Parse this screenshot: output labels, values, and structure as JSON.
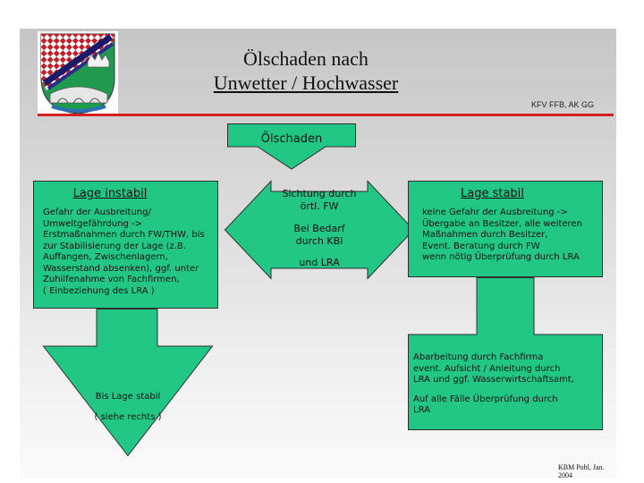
{
  "header": {
    "title_line1": "Ölschaden nach",
    "title_line2": "Unwetter / Hochwasser",
    "org": "KFV FFB, AK GG",
    "accent_color": "#d42020",
    "logo_icon": "district-coat-of-arms-icon"
  },
  "diagram": {
    "fill_color": "#22c786",
    "top_node": {
      "label": "Ölschaden"
    },
    "left_node": {
      "title": "Lage instabil",
      "lines": [
        "Gefahr der Ausbreitung/",
        "Umweltgefährdung ->",
        "Erstmaßnahmen durch FW/THW, bis",
        "zur Stabilisierung der Lage (z.B.",
        "Auffangen, Zwischenlagern,",
        "Wasserstand absenken), ggf. unter",
        "Zuhilfenahme von Fachfirmen,",
        "( Einbeziehung des LRA )"
      ]
    },
    "center_node": {
      "items": [
        "Sichtung durch",
        "örtl. FW",
        "Bei Bedarf",
        "durch KBI",
        "und LRA"
      ]
    },
    "right_node": {
      "title": "Lage stabil",
      "lines": [
        "keine Gefahr der Ausbreitung ->",
        "Übergabe an Besitzer, alle weiteren",
        "Maßnahmen durch Besitzer,",
        "Event. Beratung durch FW",
        "wenn nötig Überprüfung durch LRA"
      ]
    },
    "left_arrow": {
      "line1": "Bis Lage stabil",
      "line2": "( siehe rechts )"
    },
    "bottom_right_node": {
      "lines": [
        "Abarbeitung durch Fachfirma",
        "event. Aufsicht / Anleitung durch",
        "LRA und ggf. Wasserwirtschaftsamt,"
      ],
      "lines2": [
        "Auf alle Fälle Überprüfung durch",
        "LRA"
      ]
    }
  },
  "footer": {
    "credit": "KBM Pohl, Jan. 2004"
  }
}
